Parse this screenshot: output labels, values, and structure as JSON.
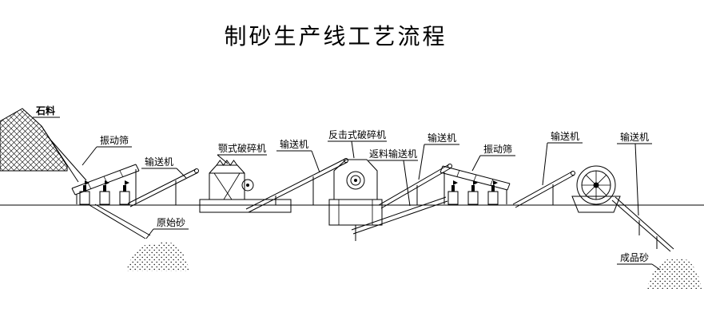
{
  "title": "制砂生产线工艺流程",
  "labels": {
    "stone": "石料",
    "vibrating_screen_1": "振动筛",
    "conveyor_1": "输送机",
    "jaw_crusher": "颚式破碎机",
    "conveyor_2": "输送机",
    "impact_crusher": "反击式破碎机",
    "return_conveyor": "返料输送机",
    "conveyor_3": "输送机",
    "vibrating_screen_2": "振动筛",
    "conveyor_4": "输送机",
    "conveyor_5": "输送机",
    "raw_sand": "原始砂",
    "finished_sand": "成品砂"
  },
  "colors": {
    "line": "#000000",
    "background": "#ffffff"
  }
}
